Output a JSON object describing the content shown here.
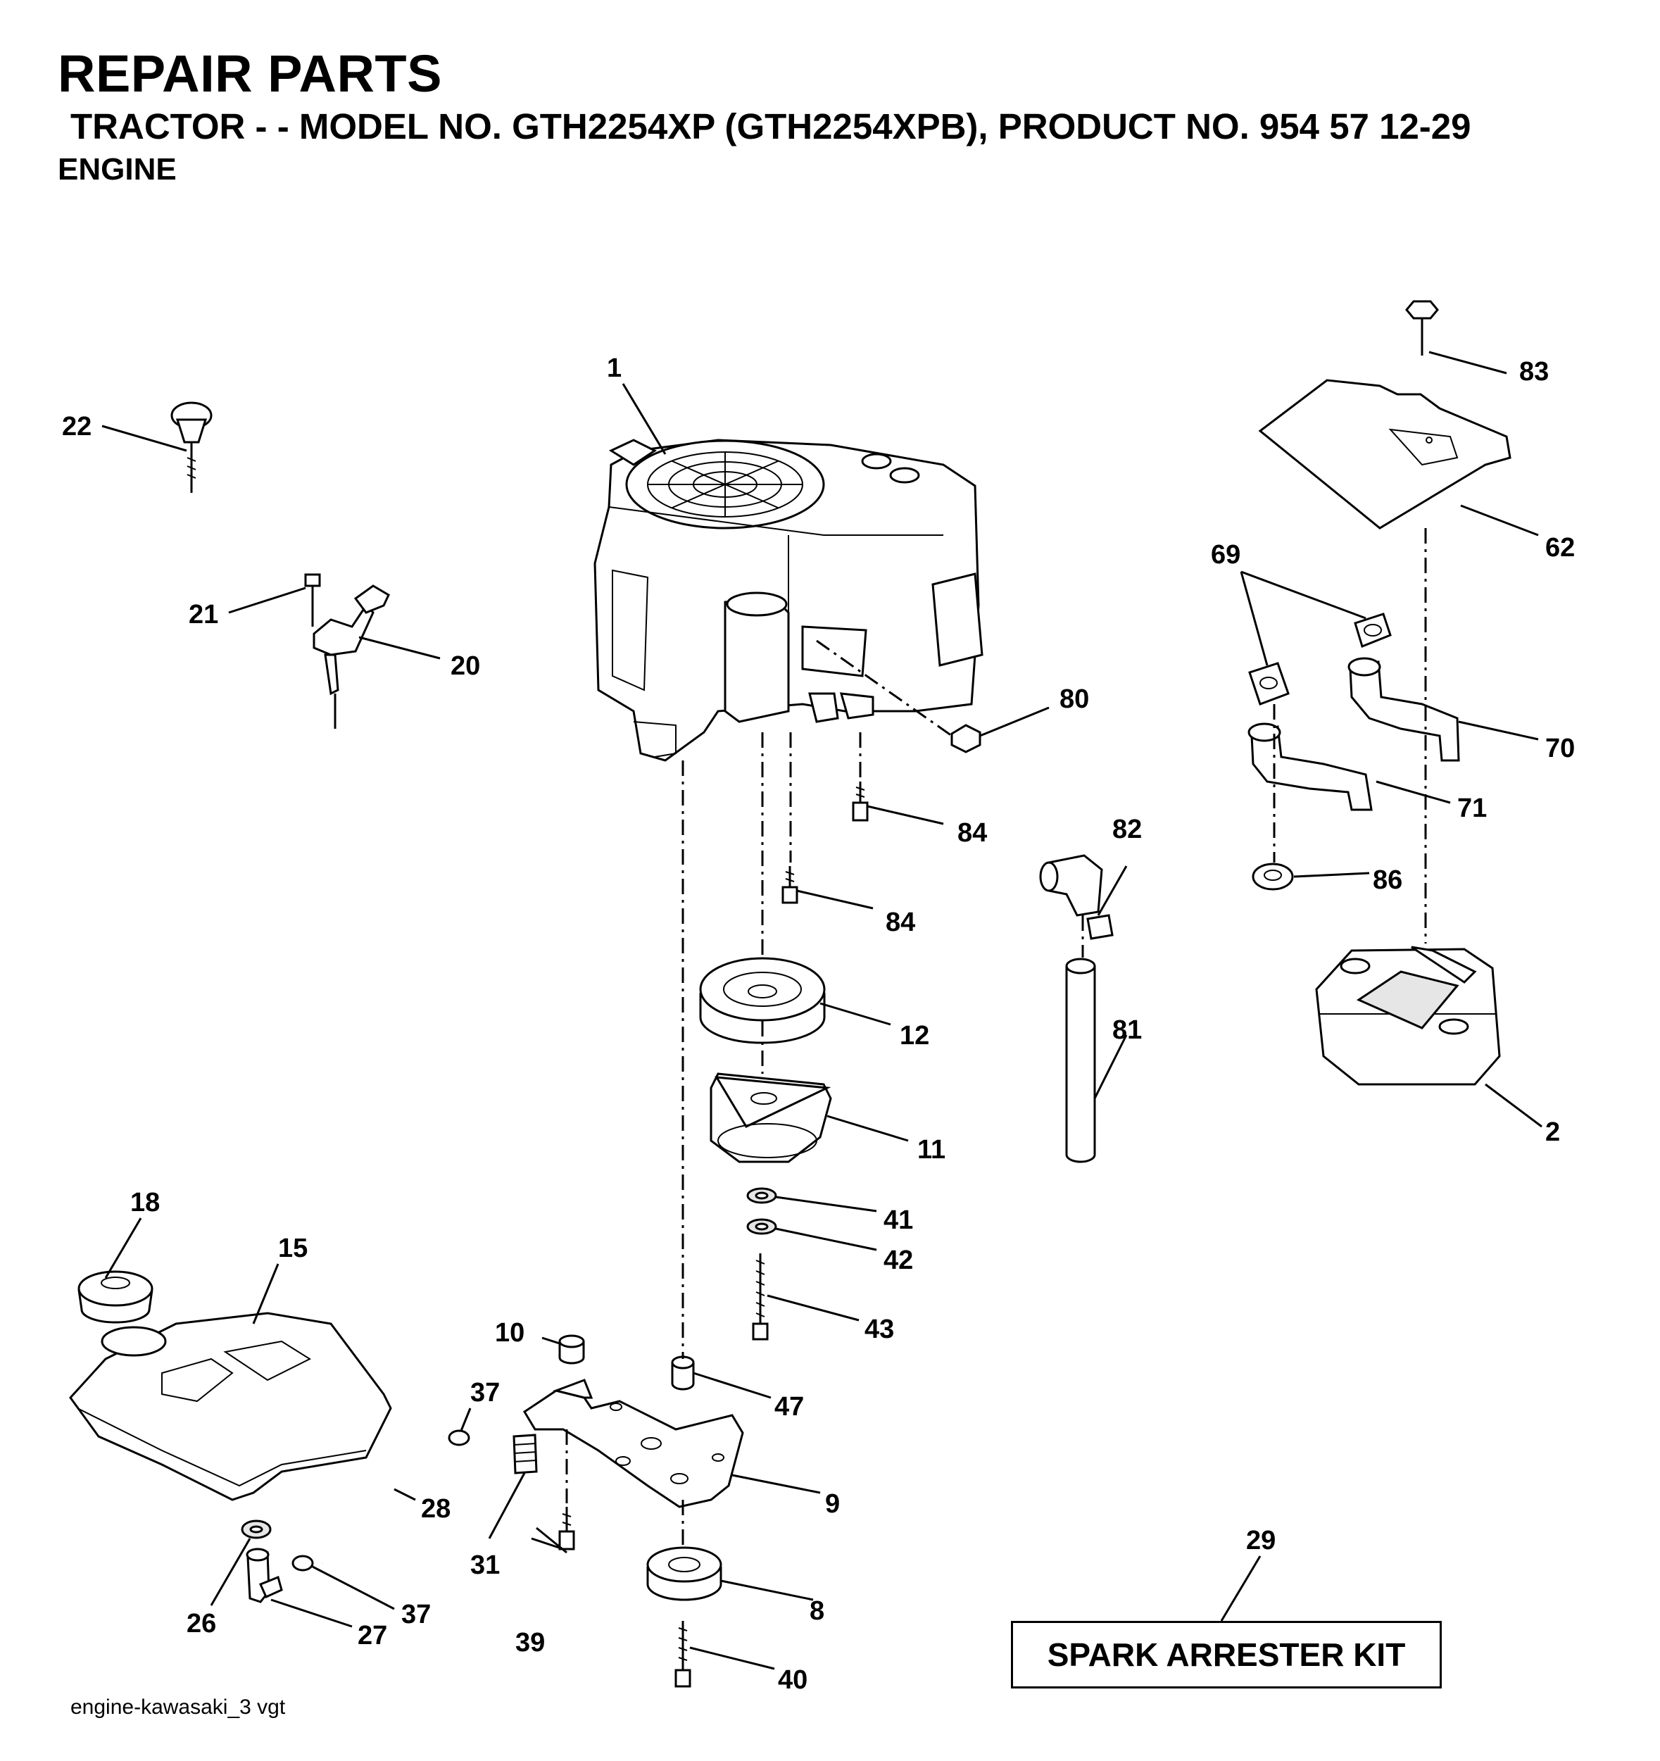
{
  "header": {
    "title": "REPAIR PARTS",
    "subtitle": "TRACTOR - - MODEL NO. GTH2254XP (GTH2254XPB), PRODUCT NO. 954 57 12-29",
    "section": "ENGINE"
  },
  "footer": {
    "reference": "engine-kawasaki_3 vgt"
  },
  "kit": {
    "label": "SPARK ARRESTER KIT"
  },
  "callouts": {
    "p1": "1",
    "p2": "2",
    "p8": "8",
    "p9": "9",
    "p10": "10",
    "p11": "11",
    "p12": "12",
    "p15": "15",
    "p18": "18",
    "p20": "20",
    "p21": "21",
    "p22": "22",
    "p26": "26",
    "p27": "27",
    "p28": "28",
    "p29": "29",
    "p31": "31",
    "p37a": "37",
    "p37b": "37",
    "p39": "39",
    "p40": "40",
    "p41": "41",
    "p42": "42",
    "p43": "43",
    "p47": "47",
    "p62": "62",
    "p69": "69",
    "p70": "70",
    "p71": "71",
    "p80": "80",
    "p81": "81",
    "p82": "82",
    "p83": "83",
    "p84a": "84",
    "p84b": "84",
    "p86": "86"
  }
}
